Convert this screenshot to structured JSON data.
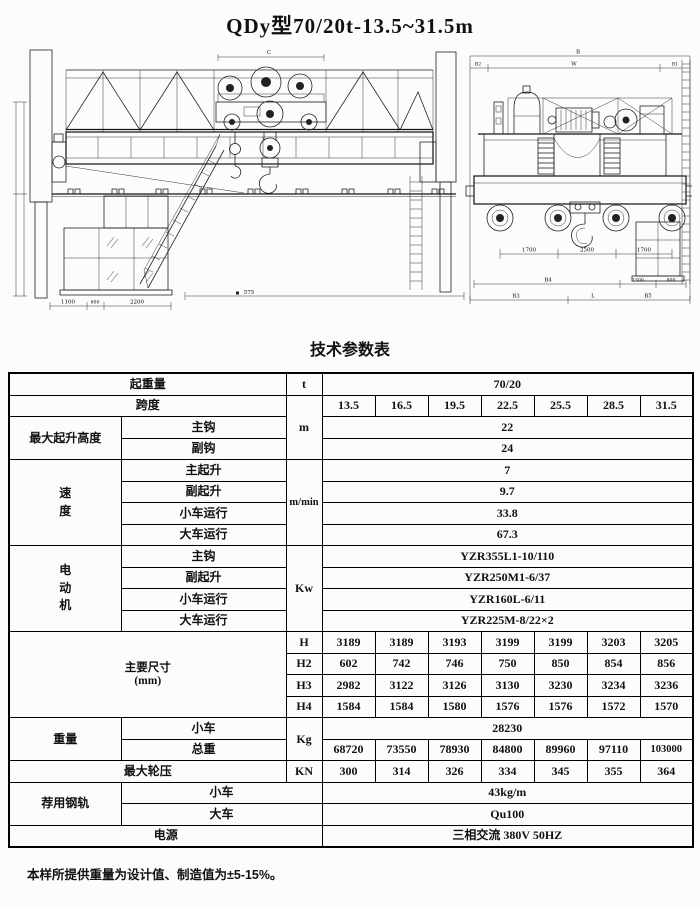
{
  "page_title": "QDy型70/20t-13.5~31.5m",
  "table_title": "技术参数表",
  "footer_note": "本样所提供重量为设计值、制造值为±5-15%。",
  "table": {
    "capacity": {
      "label": "起重量",
      "unit": "t",
      "value": "70/20"
    },
    "span": {
      "label": "跨度",
      "unit": "m",
      "values": [
        "13.5",
        "16.5",
        "19.5",
        "22.5",
        "25.5",
        "28.5",
        "31.5"
      ]
    },
    "height": {
      "label": "最大起升高度",
      "main": {
        "label": "主钩",
        "value": "22"
      },
      "aux": {
        "label": "副钩",
        "value": "24"
      }
    },
    "speed": {
      "label": "速度",
      "unit": "m/min",
      "items": [
        {
          "label": "主起升",
          "value": "7"
        },
        {
          "label": "副起升",
          "value": "9.7"
        },
        {
          "label": "小车运行",
          "value": "33.8"
        },
        {
          "label": "大车运行",
          "value": "67.3"
        }
      ]
    },
    "motor": {
      "label": "电动机",
      "unit": "Kw",
      "items": [
        {
          "label": "主钩",
          "value": "YZR355L1-10/110"
        },
        {
          "label": "副起升",
          "value": "YZR250M1-6/37"
        },
        {
          "label": "小车运行",
          "value": "YZR160L-6/11"
        },
        {
          "label": "大车运行",
          "value": "YZR225M-8/22×2"
        }
      ]
    },
    "dims": {
      "label": "主要尺寸",
      "note": "(mm)",
      "items": [
        {
          "label": "H",
          "values": [
            "3189",
            "3189",
            "3193",
            "3199",
            "3199",
            "3203",
            "3205"
          ]
        },
        {
          "label": "H2",
          "values": [
            "602",
            "742",
            "746",
            "750",
            "850",
            "854",
            "856"
          ]
        },
        {
          "label": "H3",
          "values": [
            "2982",
            "3122",
            "3126",
            "3130",
            "3230",
            "3234",
            "3236"
          ]
        },
        {
          "label": "H4",
          "values": [
            "1584",
            "1584",
            "1580",
            "1576",
            "1576",
            "1572",
            "1570"
          ]
        }
      ]
    },
    "weight": {
      "label": "重量",
      "unit": "Kg",
      "trolley": {
        "label": "小车",
        "value": "28230"
      },
      "total": {
        "label": "总重",
        "values": [
          "68720",
          "73550",
          "78930",
          "84800",
          "89960",
          "97110",
          "103000"
        ]
      }
    },
    "wheel_load": {
      "label": "最大轮压",
      "unit": "KN",
      "values": [
        "300",
        "314",
        "326",
        "334",
        "345",
        "355",
        "364"
      ]
    },
    "rail": {
      "label": "荐用钢轨",
      "trolley": {
        "label": "小车",
        "value": "43kg/m"
      },
      "crane": {
        "label": "大车",
        "value": "Qu100"
      }
    },
    "power": {
      "label": "电源",
      "value": "三相交流  380V  50HZ"
    }
  },
  "drawing": {
    "left_view": {
      "trolley_dim_label": "C",
      "span_label": "575",
      "cab_dims": [
        "1100",
        "600",
        "2200"
      ]
    },
    "right_view": {
      "overall_width_label": "B",
      "top_segment_labels": [
        "B2",
        "W",
        "B1"
      ],
      "wheelbase_labels": [
        "1700",
        "2500",
        "1700"
      ],
      "mid_dim_labels": [
        "B4",
        "1500",
        "800"
      ],
      "base_dim_labels": [
        "B3",
        "L",
        "B5"
      ]
    }
  }
}
